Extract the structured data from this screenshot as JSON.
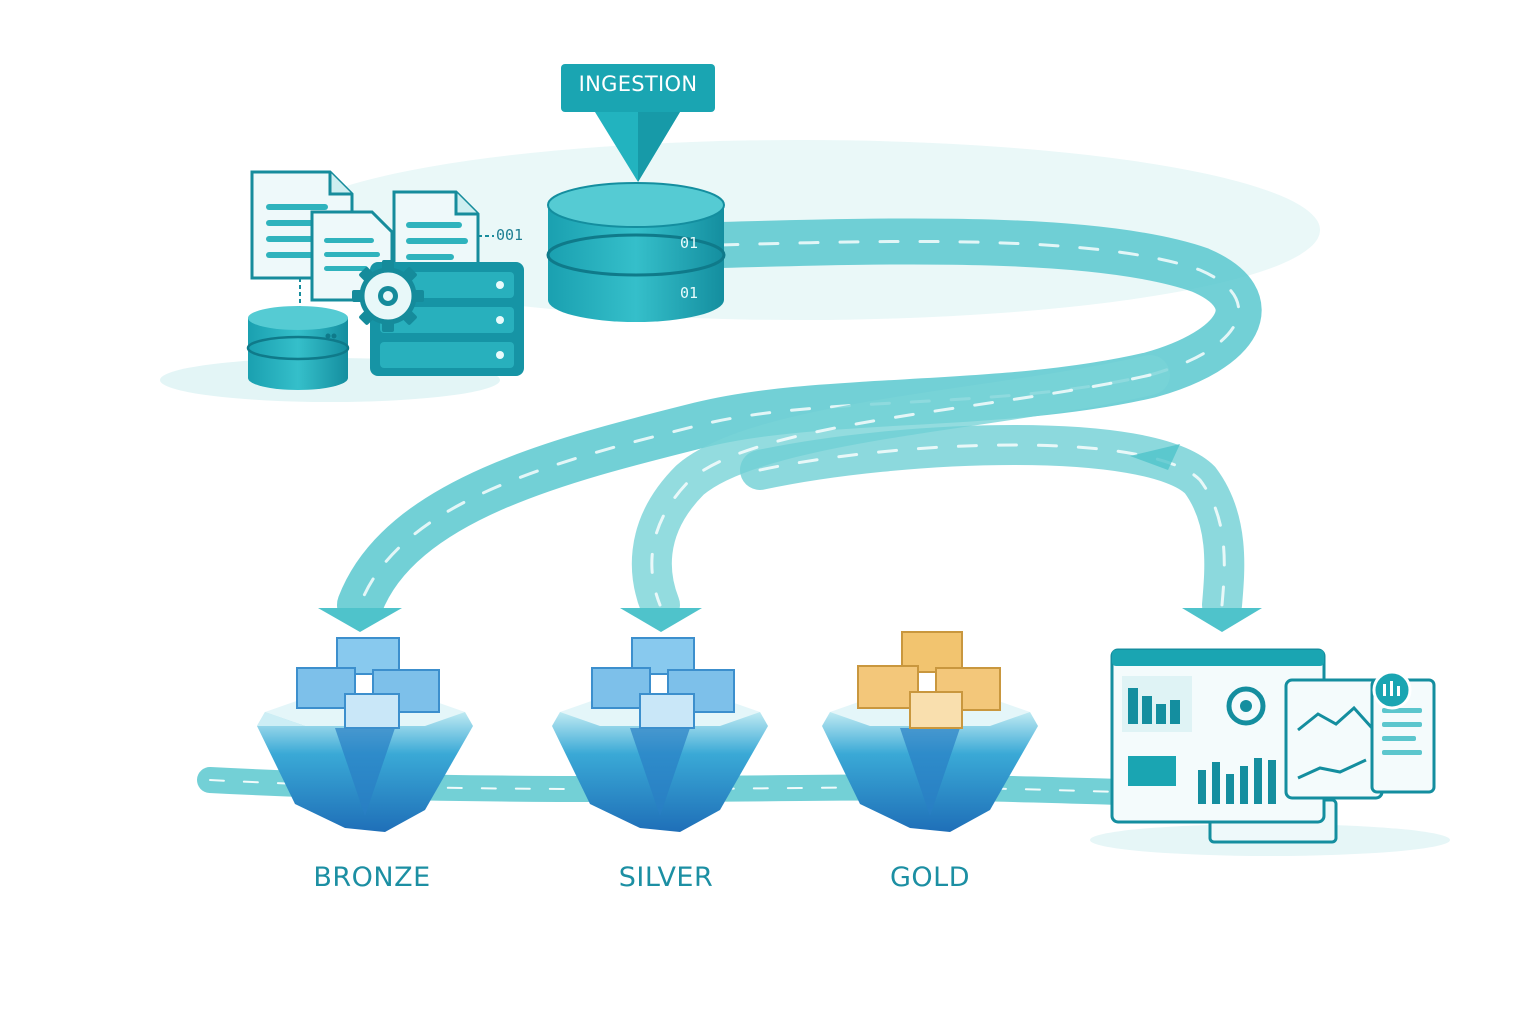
{
  "ingestion": {
    "label": "INGESTION"
  },
  "tiers": {
    "bronze": "BRONZE",
    "silver": "SILVER",
    "gold": "GOLD"
  },
  "binary": {
    "docs": "001",
    "db_top": "01",
    "db_bottom": "01"
  },
  "colors": {
    "teal": "#1fa7b4",
    "teal_dark": "#137d8d",
    "teal_light": "#7fd8de",
    "ice_blue": "#3a8fd0",
    "cube_blue": "#7cc2ea",
    "cube_gold": "#f3c77a",
    "label": "#1c8fa3"
  },
  "icons": [
    "document-icon",
    "gear-icon",
    "database-icon",
    "server-icon",
    "dashboard-icon",
    "bar-chart-icon",
    "line-chart-icon"
  ]
}
